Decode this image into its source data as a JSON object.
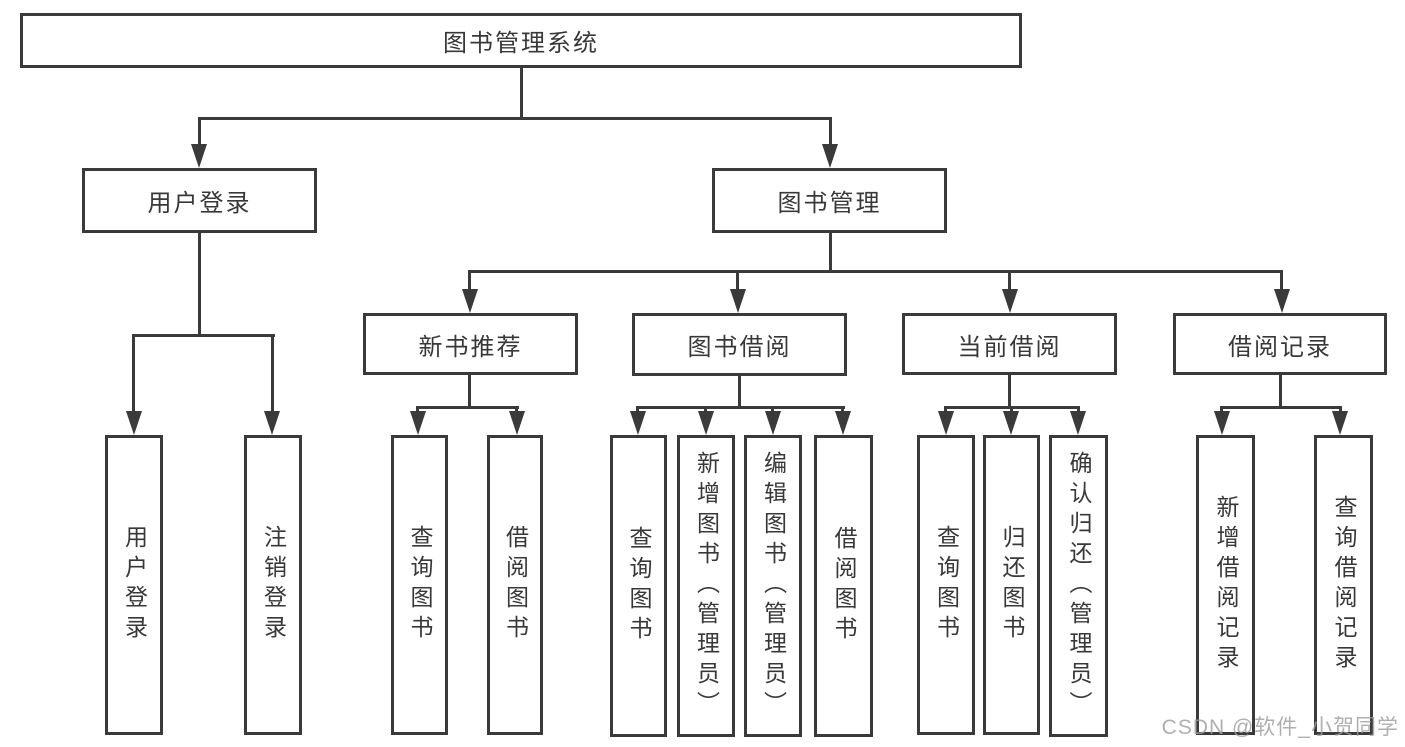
{
  "diagram": {
    "root": {
      "label": "图书管理系统"
    },
    "branches": [
      {
        "label": "用户登录",
        "leaves": [
          {
            "label": "用户登录"
          },
          {
            "label": "注销登录"
          }
        ]
      },
      {
        "label": "图书管理",
        "children": [
          {
            "label": "新书推荐",
            "leaves": [
              {
                "label": "查询图书"
              },
              {
                "label": "借阅图书"
              }
            ]
          },
          {
            "label": "图书借阅",
            "leaves": [
              {
                "label": "查询图书"
              },
              {
                "label": "新增图书（管理员）"
              },
              {
                "label": "编辑图书（管理员）"
              },
              {
                "label": "借阅图书"
              }
            ]
          },
          {
            "label": "当前借阅",
            "leaves": [
              {
                "label": "查询图书"
              },
              {
                "label": "归还图书"
              },
              {
                "label": "确认归还（管理员）"
              }
            ]
          },
          {
            "label": "借阅记录",
            "leaves": [
              {
                "label": "新增借阅记录"
              },
              {
                "label": "查询借阅记录"
              }
            ]
          }
        ]
      }
    ]
  },
  "watermark": {
    "text": "CSDN @软件_小贺同学"
  },
  "colors": {
    "line": "#3a3a3a",
    "text": "#383838",
    "background": "#ffffff",
    "watermark": "#9e9e9e"
  }
}
